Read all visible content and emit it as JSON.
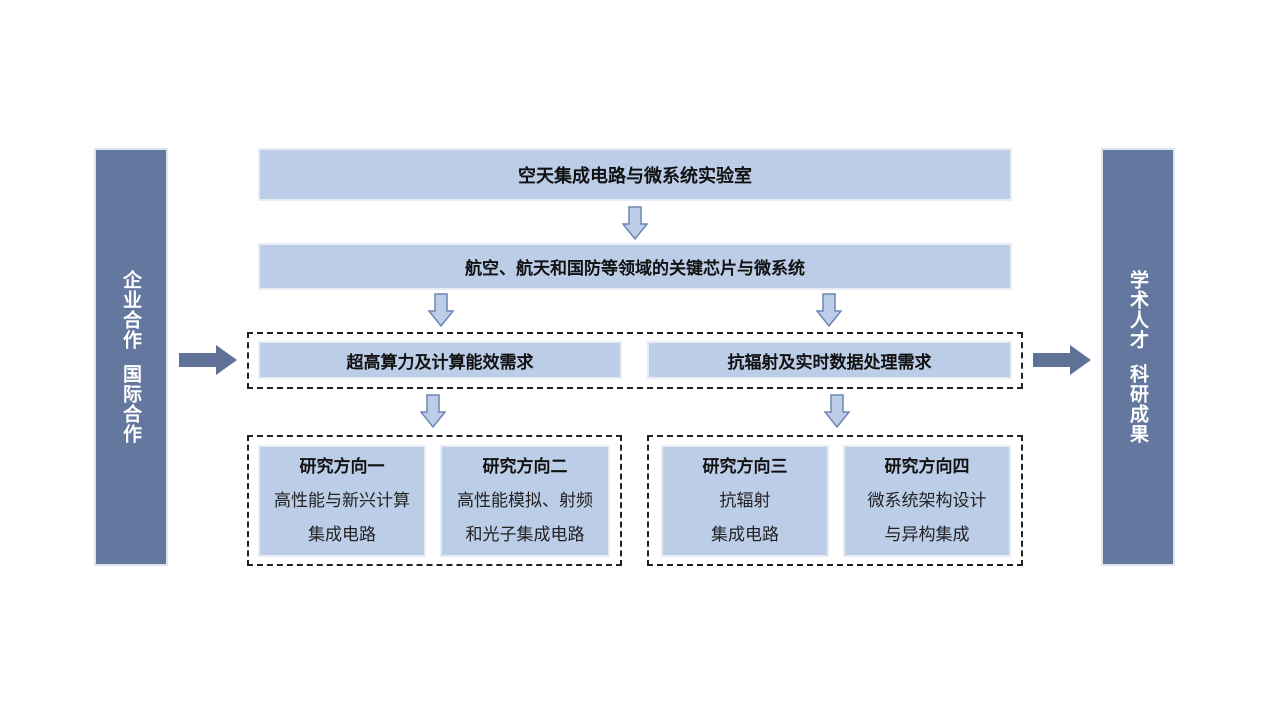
{
  "left_panel": {
    "line1": "企业合作",
    "line2": "国际合作"
  },
  "right_panel": {
    "line1": "学术人才",
    "line2": "科研成果"
  },
  "lab_title": "空天集成电路与微系统实验室",
  "scope": "航空、航天和国防等领域的关键芯片与微系统",
  "demands": [
    "超高算力及计算能效需求",
    "抗辐射及实时数据处理需求"
  ],
  "directions": [
    {
      "title": "研究方向一",
      "line1": "高性能与新兴计算",
      "line2": "集成电路"
    },
    {
      "title": "研究方向二",
      "line1": "高性能模拟、射频",
      "line2": "和光子集成电路"
    },
    {
      "title": "研究方向三",
      "line1": "抗辐射",
      "line2": "集成电路"
    },
    {
      "title": "研究方向四",
      "line1": "微系统架构设计",
      "line2": "与异构集成"
    }
  ],
  "colors": {
    "box_fill": "#bccde8",
    "side_fill": "#64779f",
    "arrow": "#5f7197"
  }
}
